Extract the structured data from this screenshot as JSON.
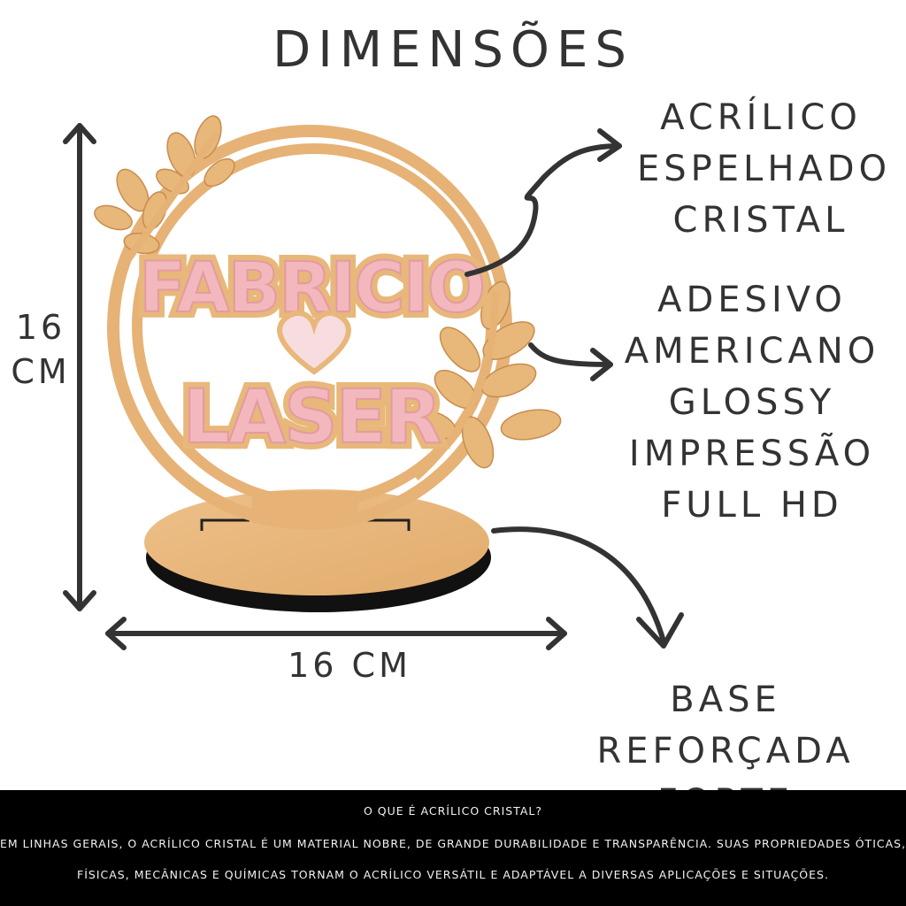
{
  "title": "DIMENSÕES",
  "labels": {
    "acrylic": [
      "ACRÍLICO",
      "ESPELHADO",
      "CRISTAL"
    ],
    "adhesive": [
      "ADESIVO",
      "AMERICANO",
      "GLOSSY",
      "IMPRESSÃO",
      "FULL HD"
    ],
    "base": [
      "BASE REFORÇADA",
      "FORTE"
    ]
  },
  "dimensions": {
    "height_line1": "16",
    "height_line2": "CM",
    "width": "16 CM"
  },
  "product": {
    "name_top": "FABRICIO",
    "name_bottom": "LASER"
  },
  "footer": {
    "question": "O QUE É ACRÍLICO CRISTAL?",
    "line1": "EM LINHAS GERAIS, O ACRÍLICO CRISTAL É UM MATERIAL NOBRE, DE GRANDE DURABILIDADE E TRANSPARÊNCIA.  SUAS PROPRIEDADES ÓTICAS,",
    "line2": "FÍSICAS, MECÂNICAS E QUÍMICAS TORNAM O ACRÍLICO VERSÁTIL E ADAPTÁVEL A DIVERSAS APLICAÇÕES E SITUAÇÕES."
  },
  "colors": {
    "wood": "#E8B77A",
    "wood_dark": "#D79E5E",
    "pink": "#F2B8BD",
    "pink_dark": "#E59AA2",
    "arrow": "#333333",
    "footer_bg": "#000000"
  }
}
